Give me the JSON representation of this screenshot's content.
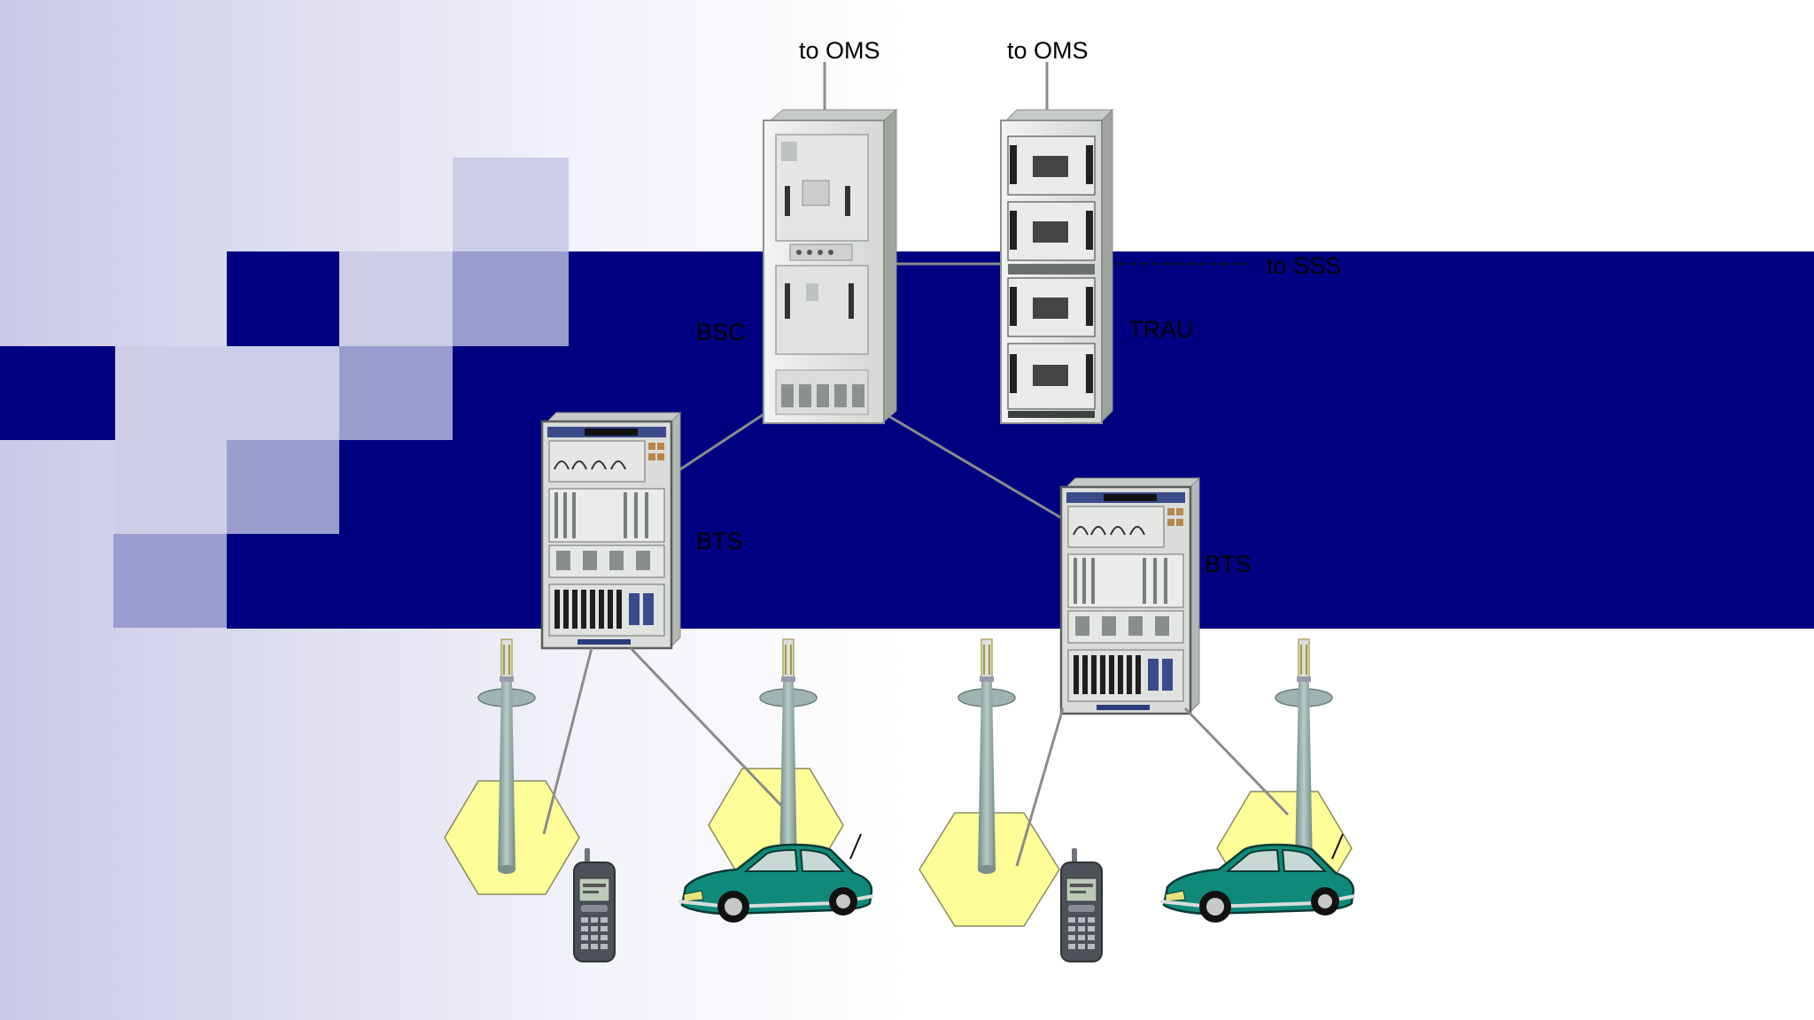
{
  "colors": {
    "navy": "#010080",
    "square_light": "#cdcde8",
    "square_mid": "#9a9ccd",
    "hexagon": "#fefe98",
    "car": "#0f8a7a",
    "cabinet": "#e6e8e6"
  },
  "labels": {
    "oms_1": "to OMS",
    "oms_2": "to OMS",
    "sss": "to SSS",
    "bsc": "BSC",
    "trau": "TRAU",
    "bts_left": "BTS",
    "bts_right": "BTS"
  },
  "icons": {
    "bsc": "bsc-cabinet-icon",
    "trau": "trau-cabinet-icon",
    "bts": "bts-cabinet-icon",
    "antenna": "antenna-mast-icon",
    "cell": "hexagon-cell-icon",
    "phone": "mobile-phone-icon",
    "car": "car-icon"
  }
}
